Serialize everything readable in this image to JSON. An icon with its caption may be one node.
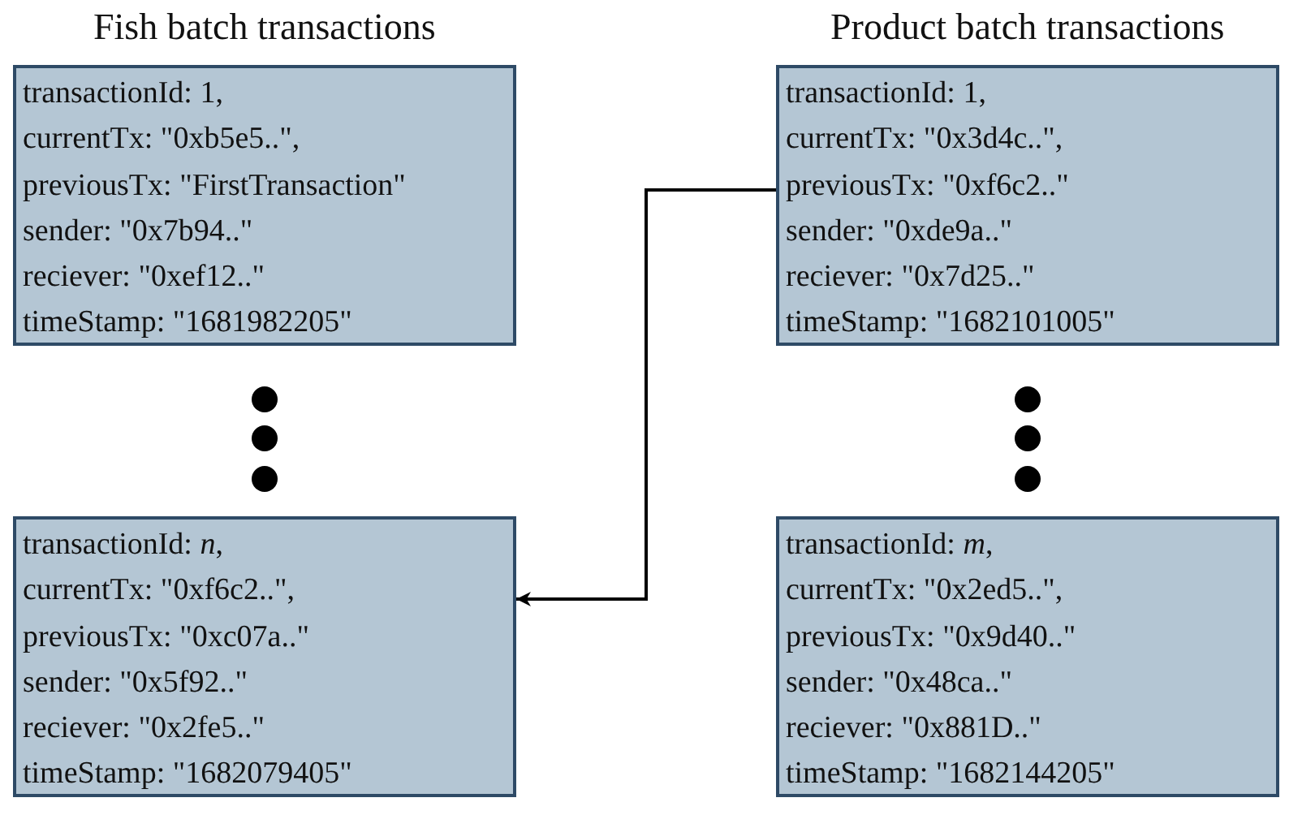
{
  "diagram": {
    "nodes": [
      {
        "text": [
          "transactionId: 1,",
          "currentTx: \"0xb5e5..\",",
          "previousTx: \"FirstTransaction\"",
          "sender: \"0x7b94..\"",
          "reciever: \"0xef12..\"",
          "timeStamp: \"1681982205\""
        ]
      },
      {
        "text": [
          "transactionId: *n*,",
          "currentTx: \"0xf6c2..\",",
          "previousTx: \"0xc07a..\"",
          "sender: \"0x5f92..\"",
          "reciever: \"0x2fe5..\"",
          "timeStamp: \"1682079405\""
        ]
      },
      {
        "text": [
          "transactionId: 1,",
          "currentTx: \"0x3d4c..\",",
          "previousTx: \"0xf6c2..\"",
          "sender: \"0xde9a..\"",
          "reciever: \"0x7d25..\"",
          "timeStamp: \"1682101005\""
        ]
      },
      {
        "text": [
          "transactionId: *m*,",
          "currentTx: \"0x2ed5..\",",
          "previousTx: \"0x9d40..\"",
          "sender: \"0x48ca..\"",
          "reciever: \"0x881D..\"",
          "timeStamp: \"1682144205\""
        ]
      }
    ],
    "edges": [
      {
        "from": 2,
        "to": 1,
        "arrow": "to"
      }
    ],
    "labels": [
      "Fish batch transactions",
      "Product batch transactions"
    ]
  }
}
